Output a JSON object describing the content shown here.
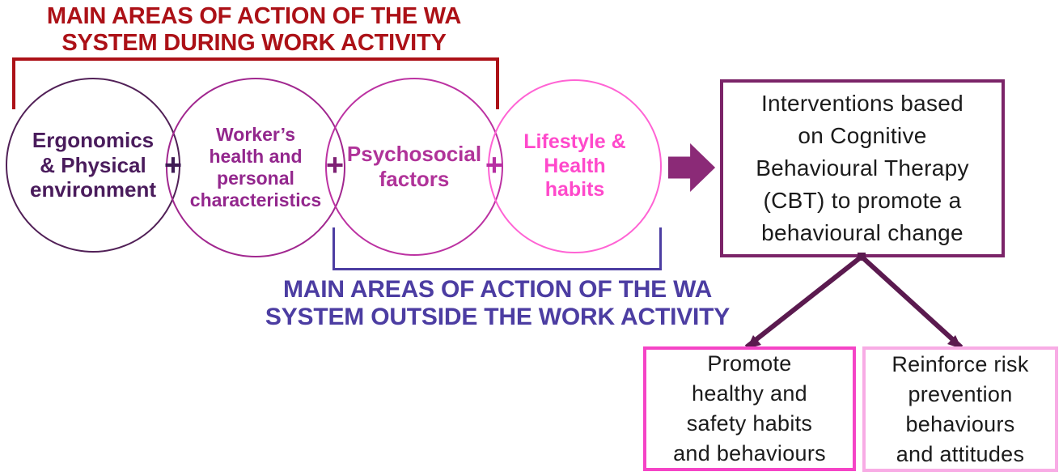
{
  "titles": {
    "top": "MAIN AREAS OF ACTION OF THE WA\nSYSTEM DURING WORK ACTIVITY",
    "bottom": "MAIN AREAS OF ACTION OF THE WA\nSYSTEM OUTSIDE THE WORK ACTIVITY"
  },
  "circles": [
    {
      "id": "ergonomics",
      "label": "Ergonomics\n& Physical\nenvironment"
    },
    {
      "id": "worker-health",
      "label": "Worker’s\nhealth and\npersonal\ncharacteristics"
    },
    {
      "id": "psychosocial",
      "label": "Psychosocial\nfactors"
    },
    {
      "id": "lifestyle",
      "label": "Lifestyle &\nHealth\nhabits"
    }
  ],
  "operators": [
    "+",
    "+",
    "+"
  ],
  "intervention_box": {
    "text": "Interventions based\non Cognitive\nBehavioural Therapy\n(CBT) to promote a\nbehavioural change"
  },
  "outcome_boxes": [
    {
      "id": "promote",
      "text": "Promote\nhealthy and\nsafety habits\nand behaviours"
    },
    {
      "id": "reinforce",
      "text": "Reinforce risk\nprevention\nbehaviours\nand attitudes"
    }
  ],
  "icons": {
    "flow_arrow": "right-block-arrow",
    "branch_connector": "v-split-arrows"
  },
  "colors": {
    "red": "#ac1117",
    "blue": "#4c3da2",
    "black": "#1b1b1b",
    "c1": "#512057",
    "c2": "#a1278f",
    "c3": "#bc32a2",
    "c4": "#ff63d4",
    "t1": "#4a1c5c",
    "t2": "#93278d",
    "t3": "#b03399",
    "t4": "#ff49cb",
    "p1": "#3f1b54",
    "p2": "#7e2174",
    "p3": "#b62fa2",
    "arrow": "#8b2a77",
    "ibox": "#7b2468",
    "vline": "#5b1a4f",
    "obox1": "#f544c6",
    "obox2": "#f8ace5"
  }
}
